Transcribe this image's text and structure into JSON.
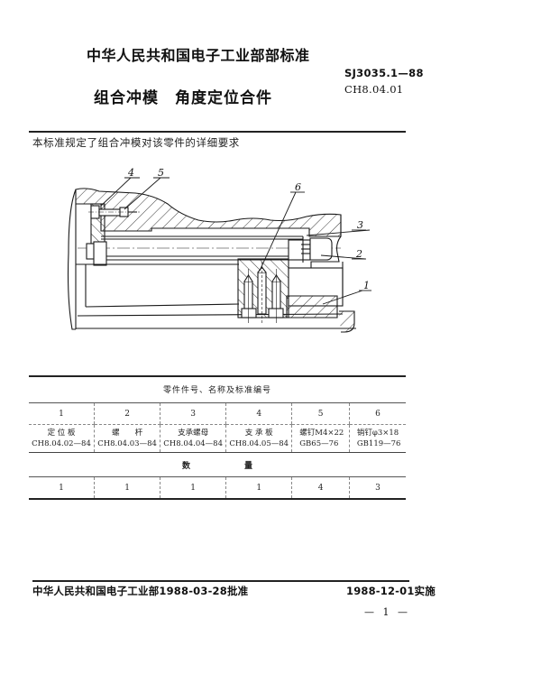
{
  "header": {
    "organization": "中华人民共和国电子工业部部标准",
    "standard_code": "SJ3035.1—88",
    "part_code": "CH8.04.01",
    "title_part1": "组合冲模",
    "title_part2": "角度定位合件"
  },
  "intro": "本标准规定了组合冲模对该零件的详细要求",
  "drawing": {
    "callouts": [
      {
        "label": "4"
      },
      {
        "label": "5"
      },
      {
        "label": "6"
      },
      {
        "label": "3"
      },
      {
        "label": "2"
      },
      {
        "label": "1"
      }
    ]
  },
  "parts_table": {
    "caption": "零件件号、名称及标准编号",
    "columns": [
      {
        "number": "1",
        "name": "定 位 板",
        "standard": "CH8.04.02—84",
        "quantity": "1"
      },
      {
        "number": "2",
        "name": "螺　　杆",
        "standard": "CH8.04.03—84",
        "quantity": "1"
      },
      {
        "number": "3",
        "name": "支承螺母",
        "standard": "CH8.04.04—84",
        "quantity": "1"
      },
      {
        "number": "4",
        "name": "支 承 板",
        "standard": "CH8.04.05—84",
        "quantity": "1"
      },
      {
        "number": "5",
        "name": "螺钉M4×22",
        "standard": "GB65—76",
        "quantity": "4"
      },
      {
        "number": "6",
        "name": "销钉φ3×18",
        "standard": "GB119—76",
        "quantity": "3"
      }
    ],
    "quantity_header": "数量"
  },
  "footer": {
    "approval": "中华人民共和国电子工业部1988-03-28批准",
    "effective": "1988-12-01实施",
    "page_number": "— 1 —"
  }
}
